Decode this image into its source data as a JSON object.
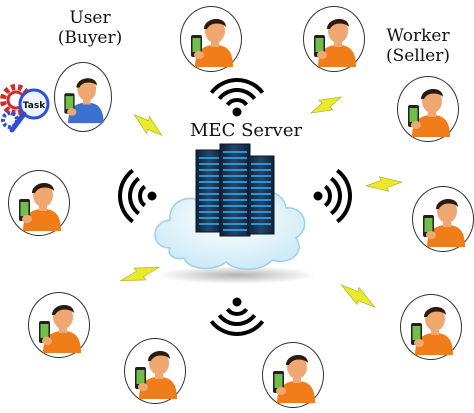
{
  "labels": {
    "user": "User",
    "user_role": "(Buyer)",
    "worker": "Worker",
    "worker_role": "(Seller)",
    "server": "MEC Server",
    "task": "Task"
  },
  "colors": {
    "cloud": "#d6f0fb",
    "cloud_stroke": "#9fcfe6",
    "server_body": "#1d3654",
    "server_led": "#2ea6e6",
    "lightning": "#e8ea2a",
    "shirt": "#f07c1a",
    "shirt_user": "#3b6fd0",
    "skin": "#f0a872",
    "hair": "#2b1a10",
    "gear_red": "#d62828",
    "gear_blue": "#2b4fd6"
  },
  "icons": [
    "gear-icon",
    "magnifier-icon",
    "phone-icon",
    "person-icon",
    "lightning-icon",
    "wifi-signal-icon",
    "server-rack-icon",
    "cloud-icon"
  ]
}
